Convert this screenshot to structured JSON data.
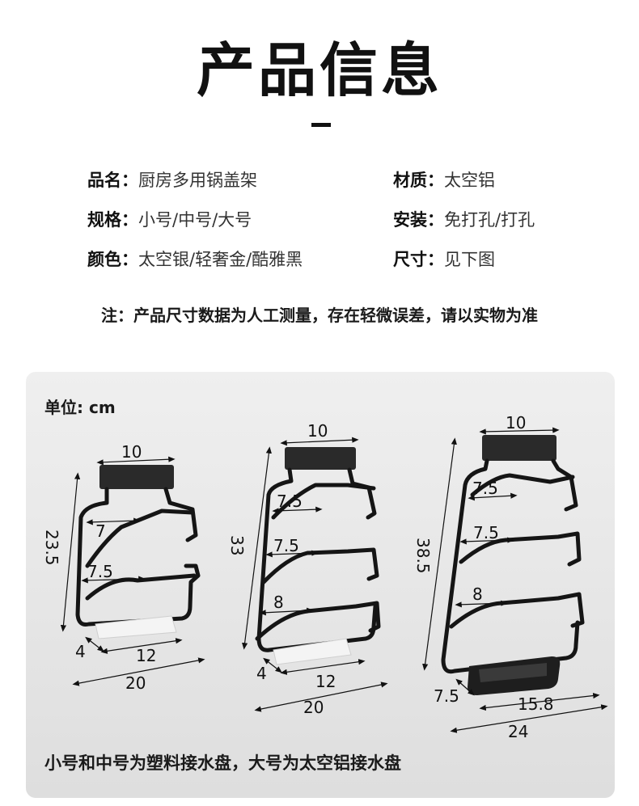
{
  "title": "产品信息",
  "specs": {
    "name": {
      "label": "品名：",
      "value": "厨房多用锅盖架"
    },
    "material": {
      "label": "材质：",
      "value": "太空铝"
    },
    "size_options": {
      "label": "规格：",
      "value": "小号/中号/大号"
    },
    "install": {
      "label": "安装：",
      "value": "免打孔/打孔"
    },
    "color": {
      "label": "颜色：",
      "value": "太空银/轻奢金/酷雅黑"
    },
    "dimension": {
      "label": "尺寸：",
      "value": "见下图"
    }
  },
  "note": "注：产品尺寸数据为人工测量，存在轻微误差，请以实物为准",
  "unit_label": "单位: cm",
  "racks": {
    "small": {
      "width_top": "10",
      "height": "23.5",
      "arm1": "7",
      "arm2": "7.5",
      "tray_depth": "4",
      "tray_width": "12",
      "base_width": "20"
    },
    "medium": {
      "width_top": "10",
      "height": "33",
      "arm1": "7.5",
      "arm2": "7.5",
      "arm3": "8",
      "tray_depth": "4",
      "tray_width": "12",
      "base_width": "20"
    },
    "large": {
      "width_top": "10",
      "height": "38.5",
      "arm1": "7.5",
      "arm2": "7.5",
      "arm3": "8",
      "tray_depth": "7.5",
      "tray_width": "15.8",
      "base_width": "24"
    }
  },
  "footer": "小号和中号为塑料接水盘，大号为太空铝接水盘",
  "colors": {
    "wire": "#151515",
    "panel": "#e8e8e8",
    "tray_plastic": "#f4f4f4",
    "tray_metal": "#1e1e1e"
  }
}
